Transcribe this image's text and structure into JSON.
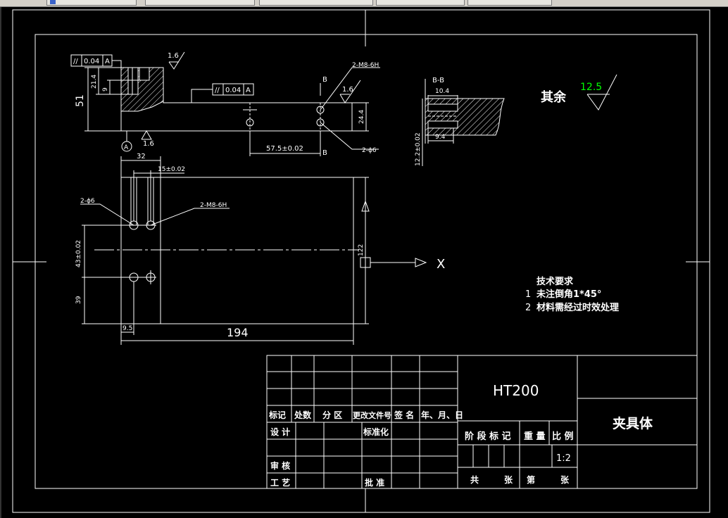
{
  "window": {
    "tabs": [
      {
        "label": "",
        "icon": "table-icon"
      },
      {
        "label": ""
      },
      {
        "label": ""
      },
      {
        "label": ""
      },
      {
        "label": ""
      }
    ]
  },
  "colors": {
    "background": "#000000",
    "lines": "#ffffff",
    "green": "#00ff00",
    "topbar": "#d4d0c8"
  },
  "drawing": {
    "front_view": {
      "flatness_symbol": "//",
      "tolerance_value": "0.04",
      "datum": "A",
      "roughness_top": "1.6",
      "roughness_mid": "1.6",
      "roughness_bottom": "1.6",
      "dim_51": "51",
      "dim_21_4": "21.4",
      "dim_9": "9",
      "dim_24_4": "24.4",
      "dim_57_5": "57.5±0.02",
      "thread_label": "2-M8-6H",
      "hole_label": "2-ϕ6",
      "section_mark": "B",
      "datum_circle": "A"
    },
    "section_view": {
      "title": "B-B",
      "dim_10_4": "10.4",
      "dim_9_4": "9.4",
      "dim_12_2": "12.2±0.02"
    },
    "top_view": {
      "dim_32": "32",
      "dim_15": "15±0.02",
      "hole_label": "2-ϕ6",
      "thread_label": "2-M8-6H",
      "dim_43": "43±0.02",
      "dim_39": "39",
      "dim_9_5": "9.5",
      "dim_194": "194",
      "dim_122": "122",
      "axis_label": "X"
    },
    "roughness_other": {
      "label": "其余",
      "value": "12.5"
    },
    "requirements": {
      "title": "技术要求",
      "items": [
        {
          "num": "1",
          "text": "未注倒角1*45°"
        },
        {
          "num": "2",
          "text": "材料需经过时效处理"
        }
      ]
    }
  },
  "title_block": {
    "material": "HT200",
    "part_name": "夹具体",
    "headers": [
      "标记",
      "处数",
      "分 区",
      "更改文件号",
      "签 名",
      "年、月、日"
    ],
    "design": "设 计",
    "standardization": "标准化",
    "review": "审 核",
    "process": "工 艺",
    "approve": "批 准",
    "stage_mark": "阶 段 标 记",
    "weight": "重 量",
    "ratio": "比 例",
    "scale": "1:2",
    "total": "共",
    "sheets": "张",
    "sheet_no": "第",
    "sheets2": "张"
  }
}
